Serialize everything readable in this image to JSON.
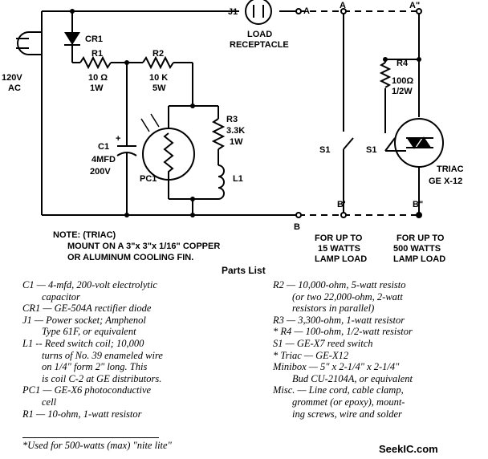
{
  "schematic": {
    "source_label": [
      "120V",
      "AC"
    ],
    "j1_label": "J1",
    "load_receptacle": [
      "LOAD",
      "RECEPTACLE"
    ],
    "cr1": "CR1",
    "r1": [
      "R1",
      "10 Ω",
      "1W"
    ],
    "r2": [
      "R2",
      "10 K",
      "5W"
    ],
    "r3": [
      "R3",
      "3.3K",
      "1W"
    ],
    "c1": [
      "C1",
      "4MFD",
      "200V"
    ],
    "c1_plus": "+",
    "pc1": "PC1",
    "l1": "L1",
    "terminal_a": "A",
    "terminal_b": "B",
    "terminal_a2": "A\"",
    "terminal_b1": "B'",
    "terminal_b2": "B\"",
    "r4": [
      "R4",
      "100Ω",
      "1/2W"
    ],
    "s1": "S1",
    "triac": [
      "TRIAC",
      "GE X-12"
    ],
    "load15": [
      "FOR UP TO",
      "15 WATTS",
      "LAMP LOAD"
    ],
    "load500": [
      "FOR UP TO",
      "500 WATTS",
      "LAMP LOAD"
    ]
  },
  "note": [
    "NOTE: (TRIAC)",
    "MOUNT ON A 3\"x 3\"x 1/16\" COPPER",
    "OR ALUMINUM COOLING FIN."
  ],
  "parts_title": "Parts List",
  "parts_left": [
    [
      "C1 — 4-mfd, 200-volt electrolytic",
      "capacitor"
    ],
    [
      "CR1 — GE-504A rectifier diode"
    ],
    [
      "J1 — Power socket; Amphenol",
      "Type 61F, or equivalent"
    ],
    [
      "L1 -- Reed switch coil; 10,000",
      "turns of No. 39 enameled wire",
      "on 1/4\" form 2\" long. This",
      "is coil C-2 at GE distributors."
    ],
    [
      "PC1 — GE-X6 photoconductive",
      "cell"
    ],
    [
      "R1 — 10-ohm, 1-watt resistor"
    ]
  ],
  "parts_right": [
    [
      "R2 — 10,000-ohm, 5-watt resisto",
      "(or two 22,000-ohm, 2-watt",
      "resistors in parallel)"
    ],
    [
      "R3 — 3,300-ohm, 1-watt resistor"
    ],
    [
      "* R4 — 100-ohm, 1/2-watt resistor"
    ],
    [
      "S1 — GE-X7 reed switch"
    ],
    [
      "* Triac — GE-X12"
    ],
    [
      "Minibox — 5\" x 2-1/4\" x 2-1/4\"",
      "Bud CU-2104A, or equivalent"
    ],
    [
      "Misc. — Line cord, cable clamp,",
      "grommet (or epoxy), mount-",
      "ing screws, wire and solder"
    ]
  ],
  "footnote": "*Used for 500-watts (max) \"nite lite\"",
  "watermark": "SeekIC.com"
}
